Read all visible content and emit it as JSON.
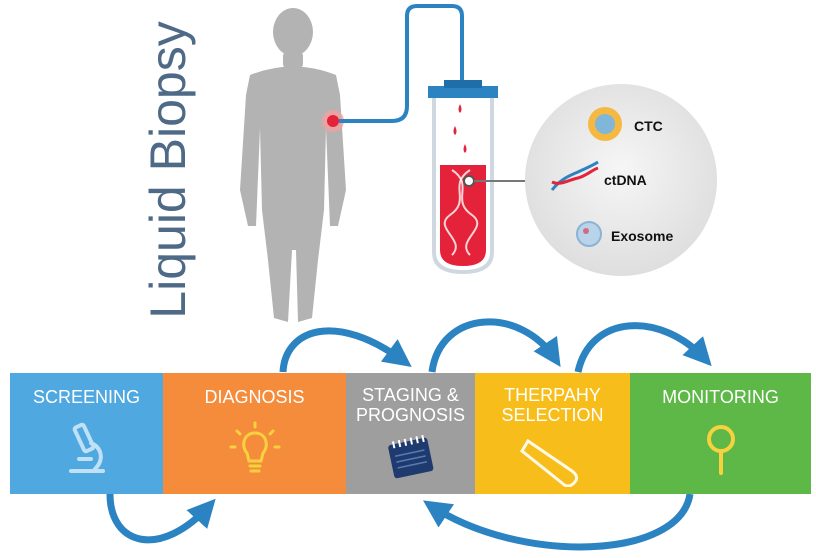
{
  "title": "Liquid Biopsy",
  "components": {
    "ctc": "CTC",
    "ctdna": "ctDNA",
    "exosome": "Exosome"
  },
  "stages": [
    {
      "label": "SCREENING",
      "color": "#4fa8e0",
      "icon": "microscope-icon"
    },
    {
      "label": "DIAGNOSIS",
      "color": "#f58c3b",
      "icon": "lightbulb-icon"
    },
    {
      "label": "STAGING & PROGNOSIS",
      "color": "#9e9e9e",
      "icon": "notepad-icon"
    },
    {
      "label": "THERPAHY SELECTION",
      "color": "#f7be1b",
      "icon": "test-tube-icon"
    },
    {
      "label": "MONITORING",
      "color": "#5eb847",
      "icon": "magnifier-icon"
    }
  ],
  "colors": {
    "arrow": "#2b83c2",
    "title": "#4e6a86",
    "blood": "#e4233a",
    "tube_cap": "#2b83c2"
  }
}
